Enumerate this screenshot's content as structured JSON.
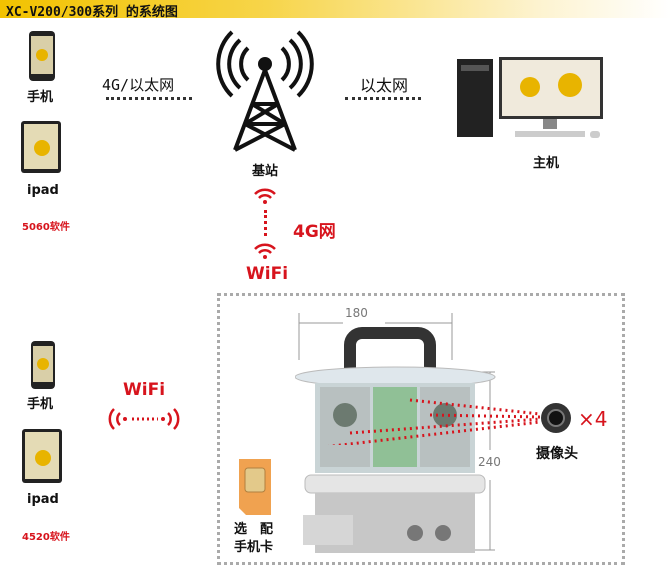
{
  "title": "XC-V200/300系列 的系统图",
  "top": {
    "phone_label": "手机",
    "ipad_label": "ipad",
    "software": "5060软件",
    "link_left": "4G/以太网",
    "tower_label": "基站",
    "link_right": "以太网",
    "host_label": "主机",
    "net_4g": "4G网",
    "wifi": "WiFi"
  },
  "bottom": {
    "phone_label": "手机",
    "ipad_label": "ipad",
    "software": "4520软件",
    "wifi": "WiFi",
    "dim_width": "180",
    "dim_height": "240",
    "camera_label": "摄像头",
    "camera_count": "×4",
    "sim_line1": "选　配",
    "sim_line2": "手机卡"
  },
  "colors": {
    "accent_red": "#d7141d",
    "title_yellow": "#f2c200"
  }
}
